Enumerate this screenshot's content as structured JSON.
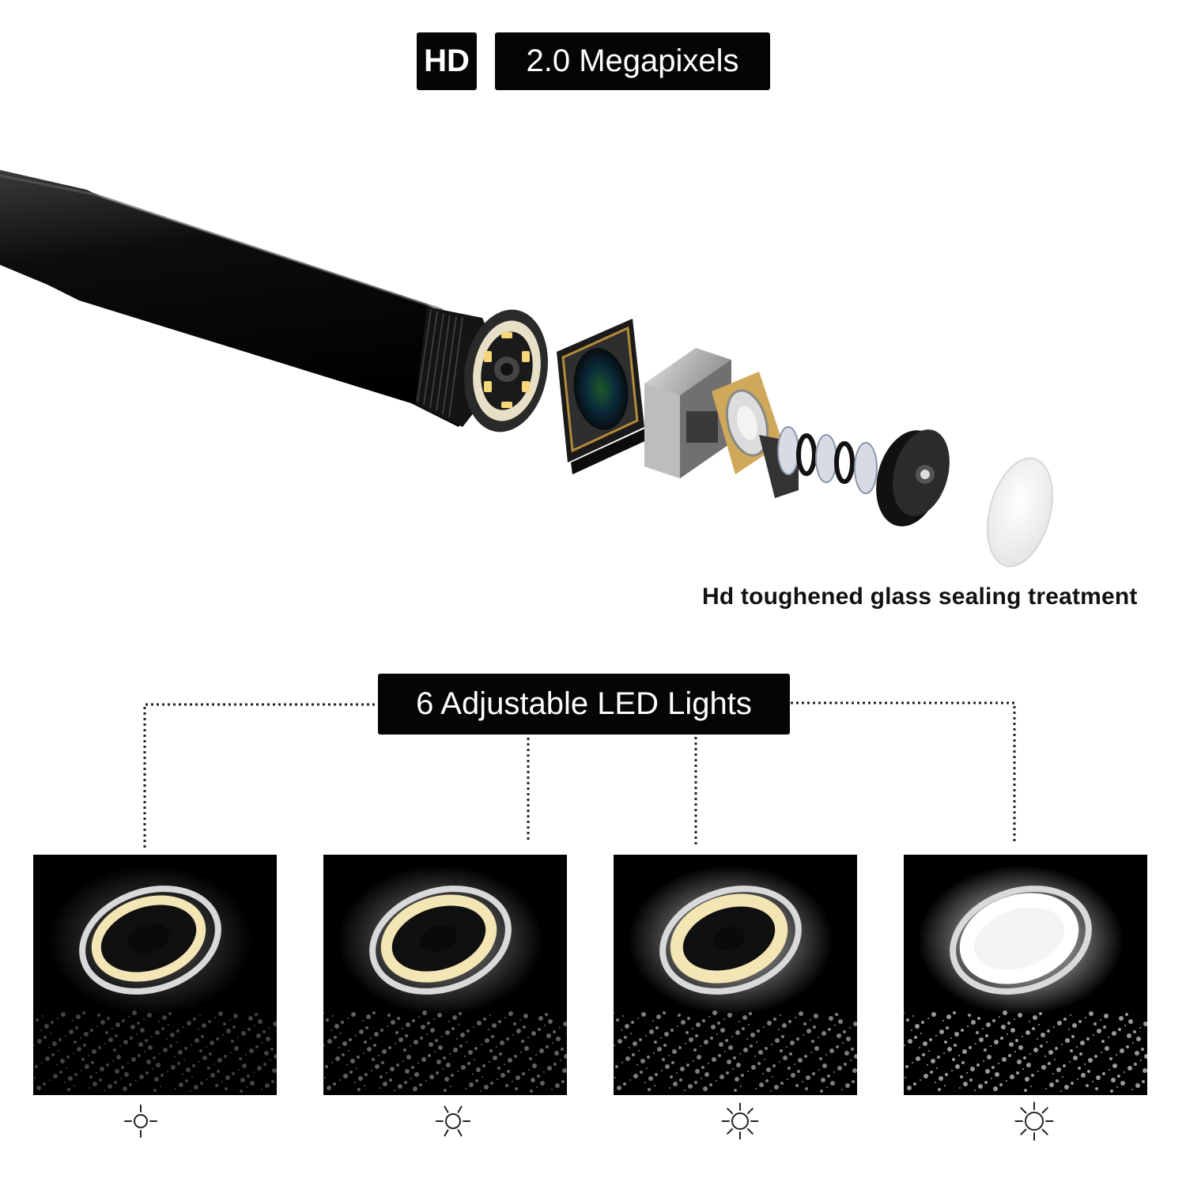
{
  "header": {
    "hd_badge": "HD",
    "resolution": "2.0 Megapixels"
  },
  "product": {
    "glass_caption": "Hd toughened glass sealing treatment",
    "exploded_parts": [
      "cable",
      "camera-head",
      "image-sensor",
      "lens-holder",
      "lens-stack",
      "lens-cap",
      "glass-cover"
    ]
  },
  "led": {
    "title": "6 Adjustable LED Lights",
    "levels": [
      {
        "brightness": 0.25,
        "icon": "brightness-low-icon"
      },
      {
        "brightness": 0.5,
        "icon": "brightness-medium-icon"
      },
      {
        "brightness": 0.75,
        "icon": "brightness-high-icon"
      },
      {
        "brightness": 1.0,
        "icon": "brightness-max-icon"
      }
    ]
  },
  "colors": {
    "label_bg": "#050505",
    "label_text": "#ffffff",
    "page_bg": "#ffffff",
    "led_warm": "#f3e6b4"
  }
}
